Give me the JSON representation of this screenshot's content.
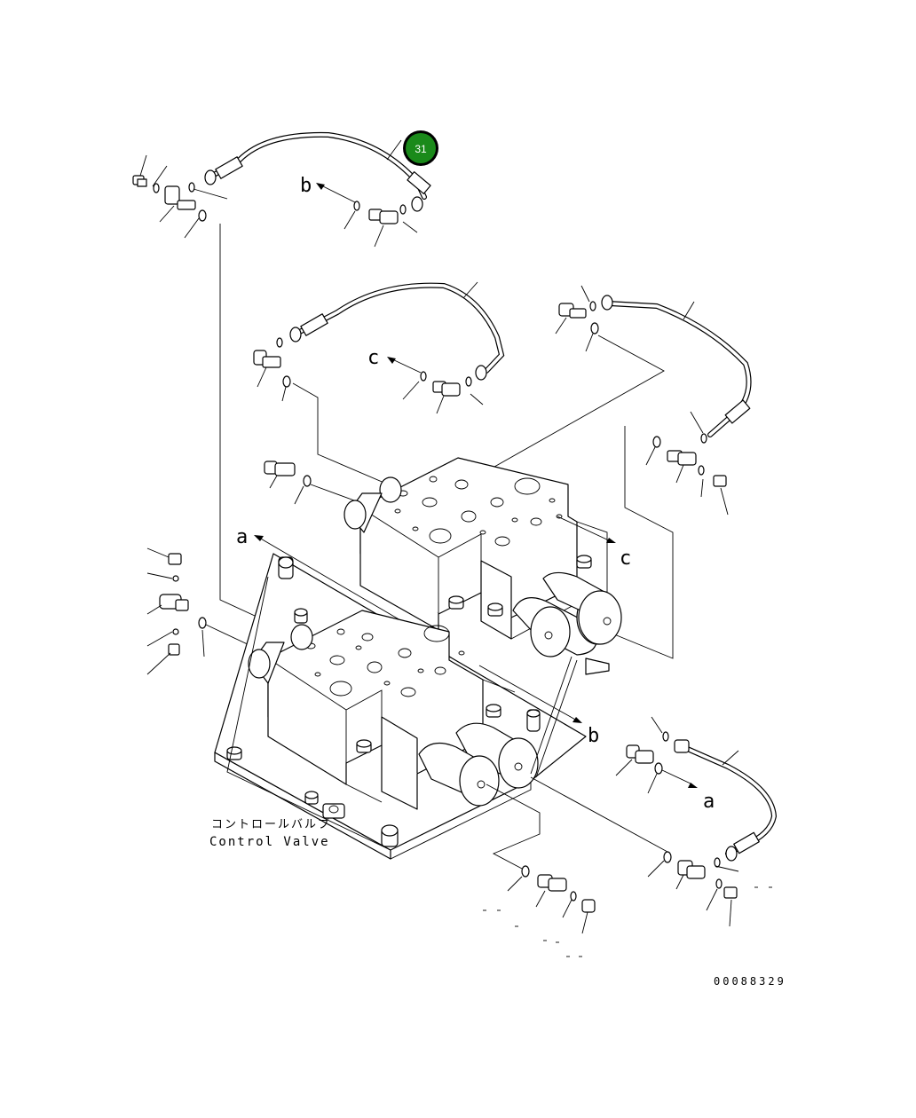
{
  "callout": {
    "number": "31",
    "color": "#1a8a1a"
  },
  "arrows": {
    "a": "a",
    "b": "b",
    "c": "c"
  },
  "part_label": {
    "jp": "コントロールバルブ",
    "en": "Control Valve"
  },
  "drawing_number": "00088329"
}
